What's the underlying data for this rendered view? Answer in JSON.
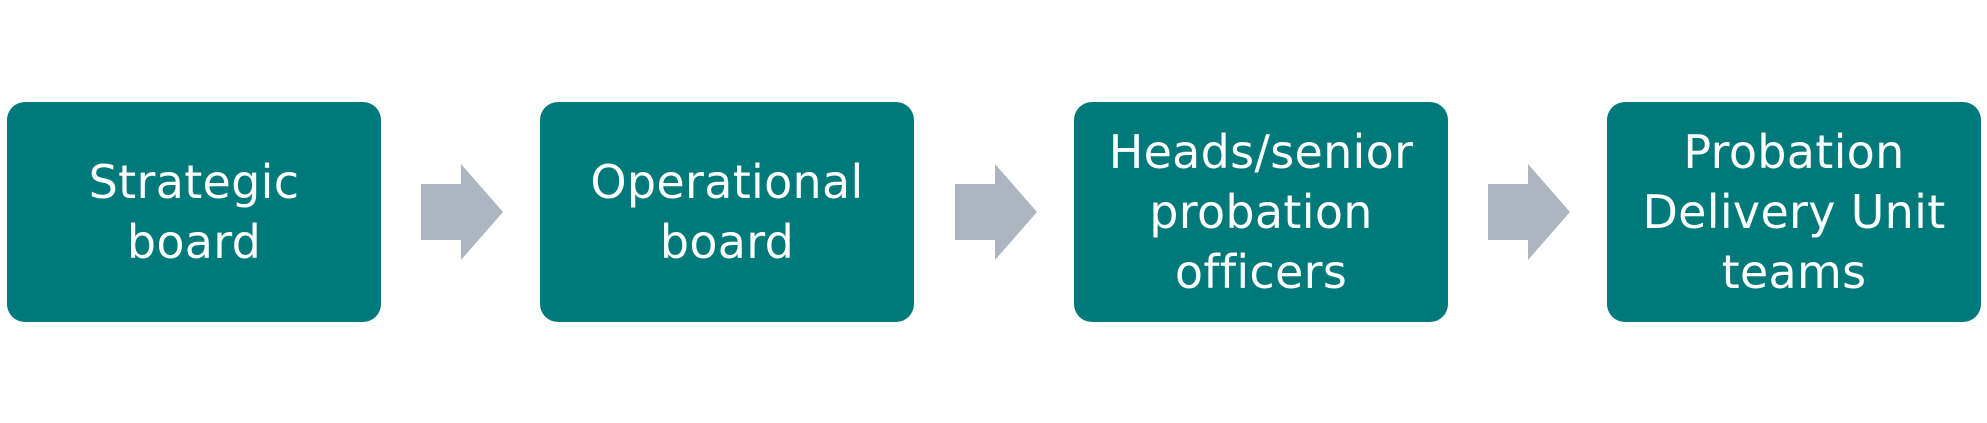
{
  "colors": {
    "box_fill": "#00797A",
    "box_text": "#FFFFFF",
    "arrow_fill": "#ACB6C0"
  },
  "steps": [
    {
      "label": "Strategic board"
    },
    {
      "label": "Operational board"
    },
    {
      "label": "Heads/senior probation officers"
    },
    {
      "label": "Probation Delivery Unit teams"
    }
  ],
  "arrows": [
    {
      "icon": "right-arrow-icon"
    },
    {
      "icon": "right-arrow-icon"
    },
    {
      "icon": "right-arrow-icon"
    }
  ]
}
